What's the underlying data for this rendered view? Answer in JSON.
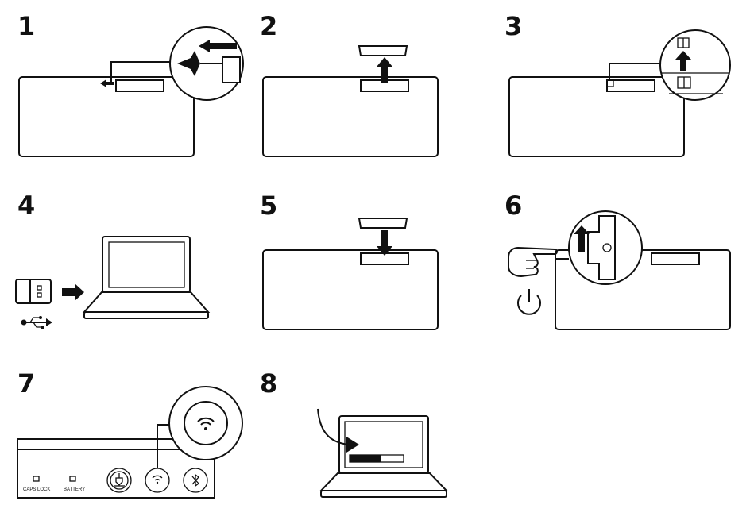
{
  "steps": [
    {
      "number": "1"
    },
    {
      "number": "2"
    },
    {
      "number": "3"
    },
    {
      "number": "4"
    },
    {
      "number": "5"
    },
    {
      "number": "6"
    },
    {
      "number": "7"
    },
    {
      "number": "8"
    }
  ],
  "indicators": {
    "caps_lock_label": "CAPS LOCK",
    "battery_label": "BATTERY"
  },
  "icons": [
    "arrow-icon",
    "receiver-icon",
    "usb-icon",
    "hand-pointer-icon",
    "power-icon",
    "wifi-icon",
    "bluetooth-icon",
    "easy-switch-icon",
    "laptop-icon",
    "progress-bar-icon"
  ],
  "colors": {
    "ink": "#111111",
    "paper": "#ffffff"
  }
}
